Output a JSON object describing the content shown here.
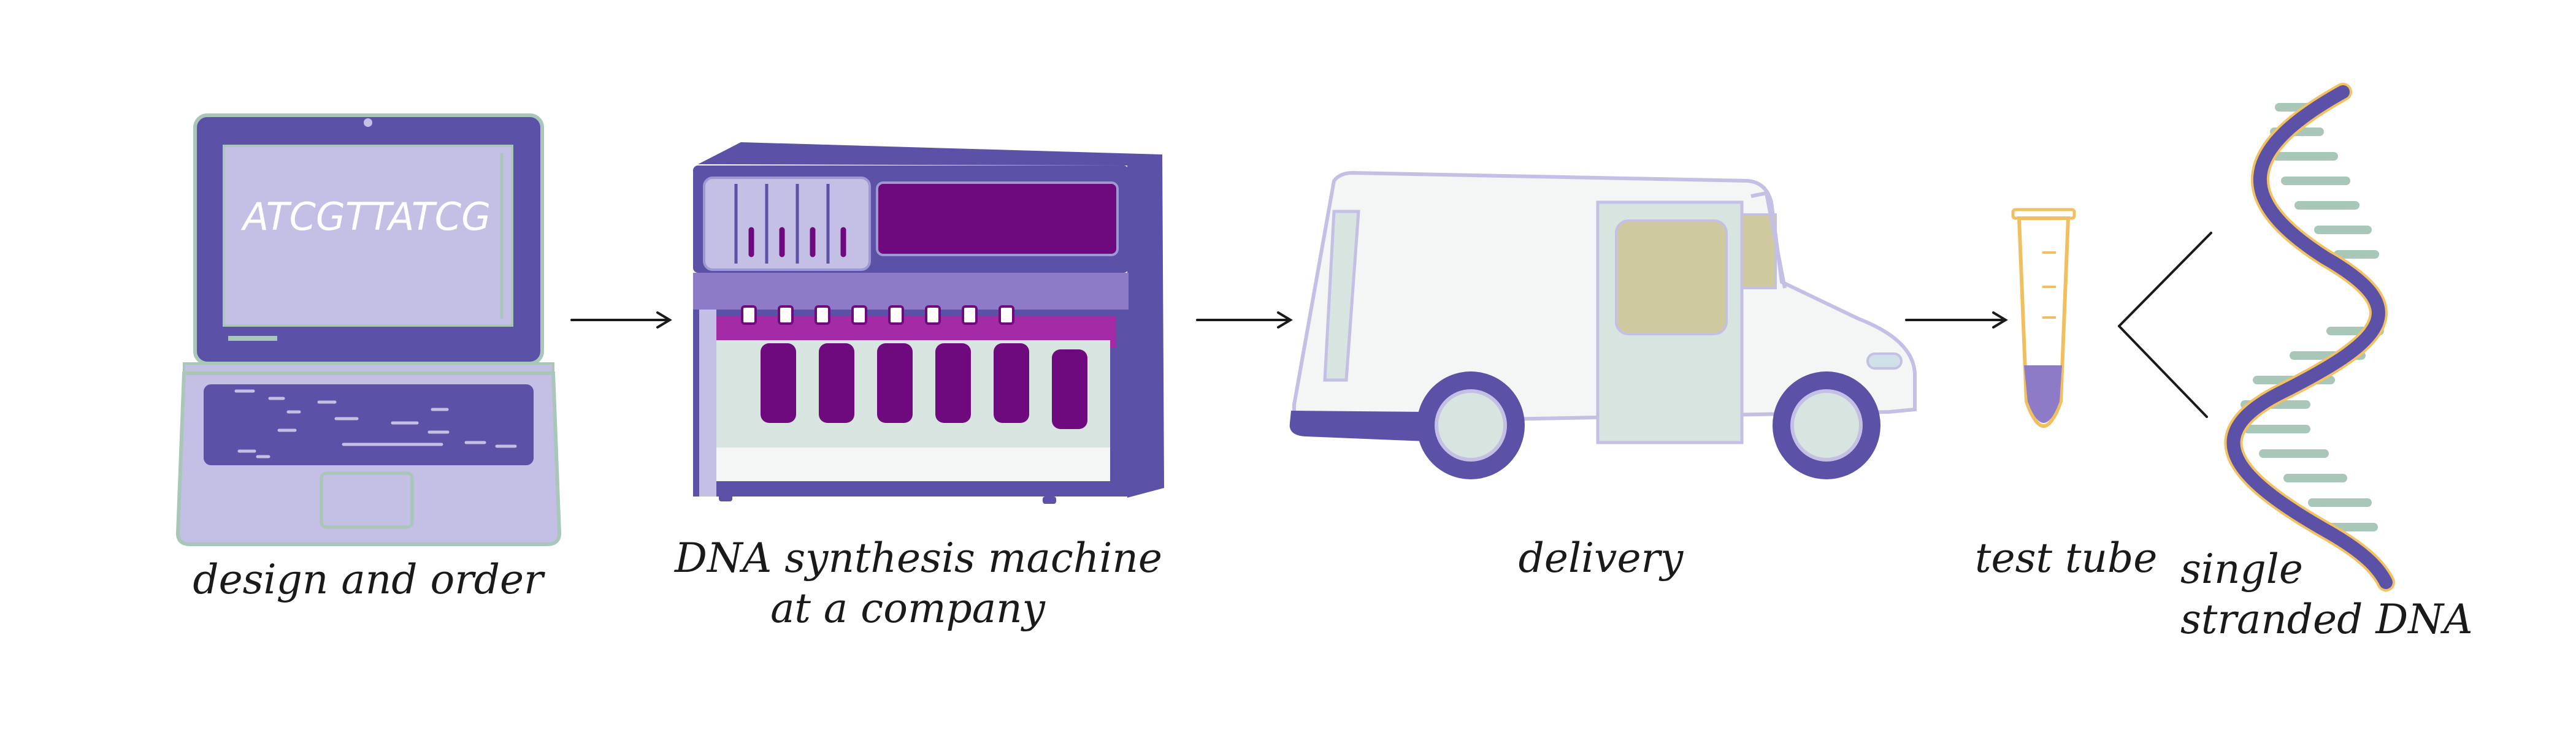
{
  "screen_text": "ATCGTTATCG",
  "steps": [
    {
      "label_lines": [
        "design and order"
      ]
    },
    {
      "label_lines": [
        "DNA synthesis machine",
        "at a company"
      ]
    },
    {
      "label_lines": [
        "delivery"
      ]
    },
    {
      "label_lines": [
        "test tube"
      ]
    },
    {
      "label_lines": [
        "single",
        "stranded DNA"
      ]
    }
  ],
  "icons": [
    "laptop-icon",
    "dna-synthesizer-icon",
    "delivery-van-icon",
    "test-tube-icon",
    "dna-helix-icon"
  ],
  "colors": {
    "purple_dark": "#5b51a6",
    "purple_light": "#c4bfe4",
    "magenta": "#6e0a7d",
    "green_outline": "#a9c7b8",
    "van_body": "#f3f6f5",
    "window_tan": "#cfc9a0",
    "tube_outline": "#f0c060",
    "helix_orange": "#f3c160",
    "ink": "#1a1a1a"
  }
}
